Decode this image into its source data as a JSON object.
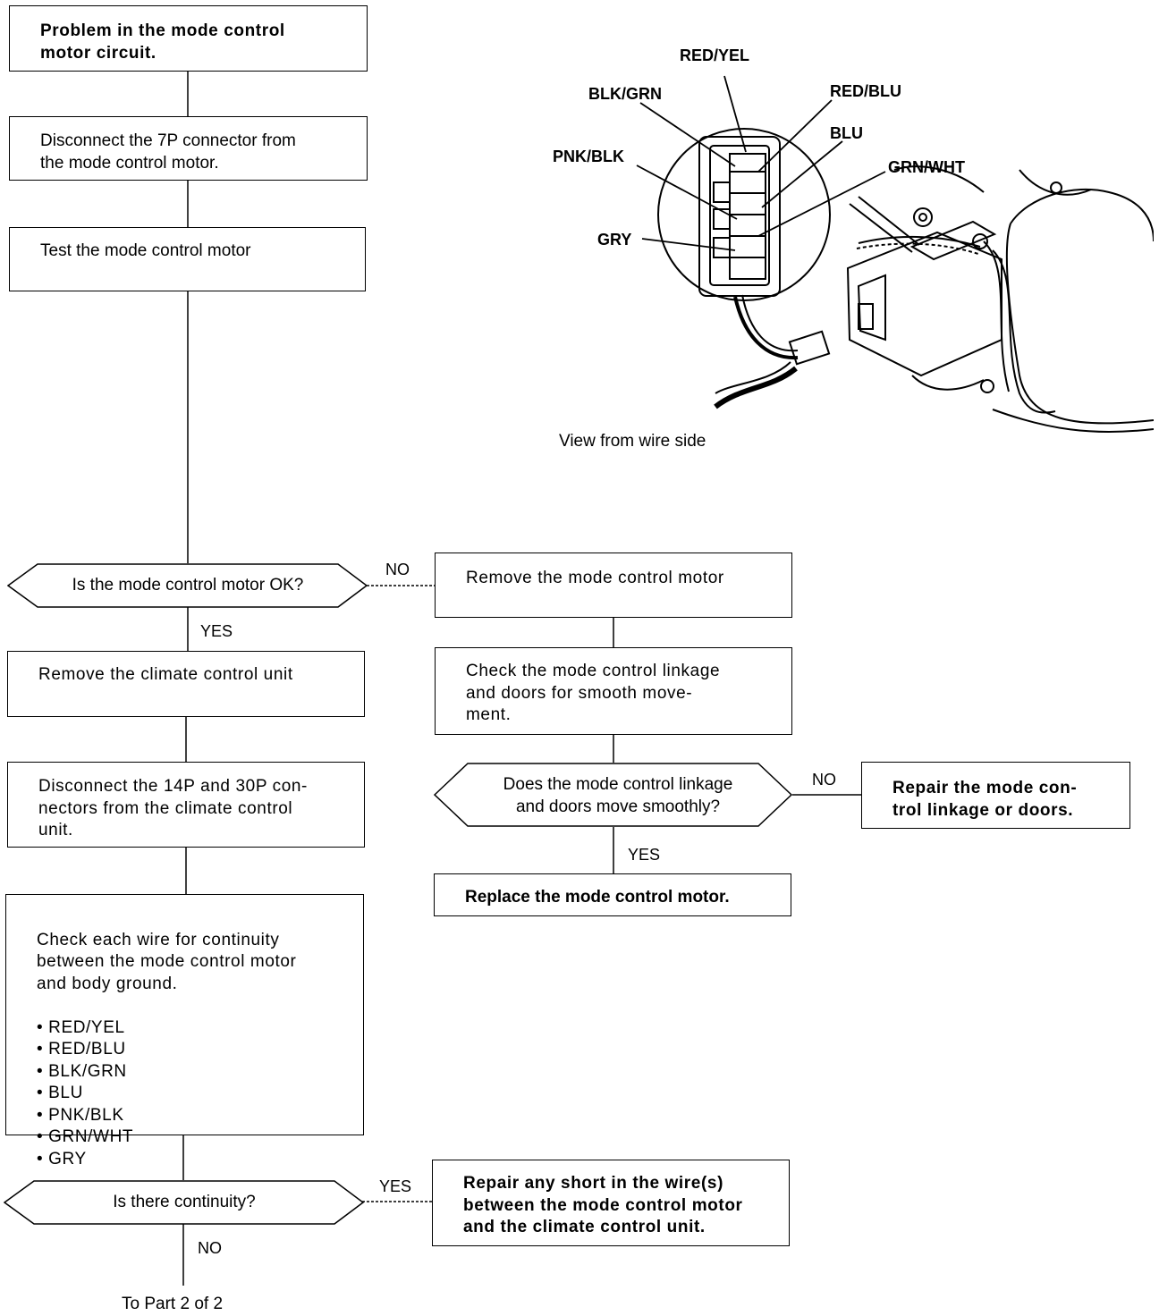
{
  "flow": {
    "start": "Problem in the mode control\nmotor circuit.",
    "disconnect_7p": "Disconnect the 7P connector from\nthe mode control motor.",
    "test_motor": "Test the mode control motor",
    "q_motor_ok": "Is the mode control motor OK?",
    "no_1": "NO",
    "yes_1": "YES",
    "remove_motor": "Remove the mode control motor",
    "check_linkage": "Check the mode control linkage\nand doors for smooth move-\nment.",
    "q_linkage": "Does the mode control linkage\nand doors move smoothly?",
    "no_2": "NO",
    "repair_linkage": "Repair the mode con-\ntrol linkage or doors.",
    "yes_2": "YES",
    "replace_motor": "Replace the mode control motor.",
    "remove_ccu": "Remove the climate control unit",
    "disconnect_14p": "Disconnect the 14P and 30P con-\nnectors from the climate control\nunit.",
    "check_wires": "Check each wire for continuity\nbetween the mode control motor\nand body ground.",
    "wire_list": [
      "RED/YEL",
      "RED/BLU",
      "BLK/GRN",
      "BLU",
      "PNK/BLK",
      "GRN/WHT",
      "GRY"
    ],
    "q_continuity": "Is there continuity?",
    "yes_3": "YES",
    "repair_short": "Repair any short in the wire(s)\nbetween the mode control motor\nand the climate control unit.",
    "no_3": "NO",
    "to_part2": "To Part 2 of 2"
  },
  "illustration": {
    "caption": "View from wire side",
    "wire_labels": {
      "red_yel": "RED/YEL",
      "blk_grn": "BLK/GRN",
      "red_blu": "RED/BLU",
      "blu": "BLU",
      "pnk_blk": "PNK/BLK",
      "grn_wht": "GRN/WHT",
      "gry": "GRY"
    }
  }
}
